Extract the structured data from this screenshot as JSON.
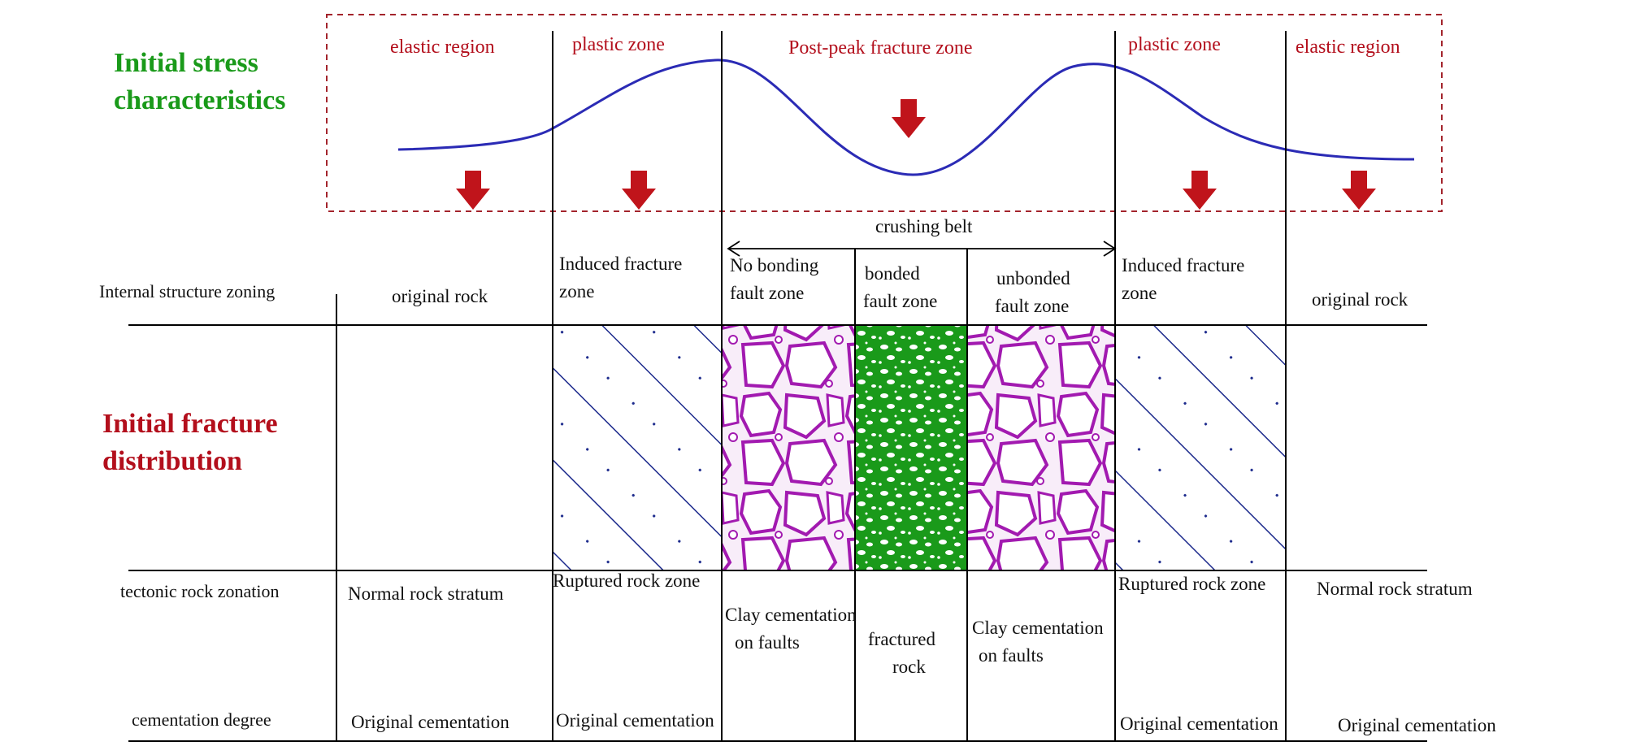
{
  "headings": {
    "stress_line1": "Initial stress",
    "stress_line2": "characteristics",
    "fracture_line1": "Initial fracture",
    "fracture_line2": "distribution"
  },
  "stress_zones": {
    "left_elastic": "elastic region",
    "left_plastic": "plastic zone",
    "post_peak": "Post-peak fracture zone",
    "right_plastic": "plastic zone",
    "right_elastic": "elastic region"
  },
  "crushing_belt": "crushing belt",
  "row_labels": {
    "internal": "Internal structure zoning",
    "tectonic": "tectonic rock zonation",
    "cementation": "cementation degree"
  },
  "internal_structure": {
    "left_original": "original rock",
    "left_induced_1": "Induced fracture",
    "left_induced_2": "zone",
    "no_bond_1": "No bonding",
    "no_bond_2": "fault zone",
    "bonded_1": "bonded",
    "bonded_2": "fault zone",
    "unbonded_1": "unbonded",
    "unbonded_2": "fault zone",
    "right_induced_1": "Induced fracture",
    "right_induced_2": "zone",
    "right_original": "original rock"
  },
  "tectonic": {
    "left_normal": "Normal rock stratum",
    "left_ruptured": "Ruptured rock zone",
    "clay1_line1": "Clay cementation",
    "clay1_line2": "on faults",
    "fractured_1": "fractured",
    "fractured_2": "rock",
    "clay2_line1": "Clay cementation",
    "clay2_line2": "on faults",
    "right_ruptured": "Ruptured rock zone",
    "right_normal": "Normal rock stratum"
  },
  "cementation": {
    "c1": "Original cementation",
    "c2": "Original cementation",
    "c3": "Original cementation",
    "c4": "Original cementation"
  },
  "colors": {
    "stress_curve": "#2b2bb5",
    "arrow": "#c0141b",
    "hatch": "#1c2a8c",
    "breccia": "#a21ab0",
    "bonded": "#1a9a1a",
    "frame_dash": "#a3242c"
  }
}
